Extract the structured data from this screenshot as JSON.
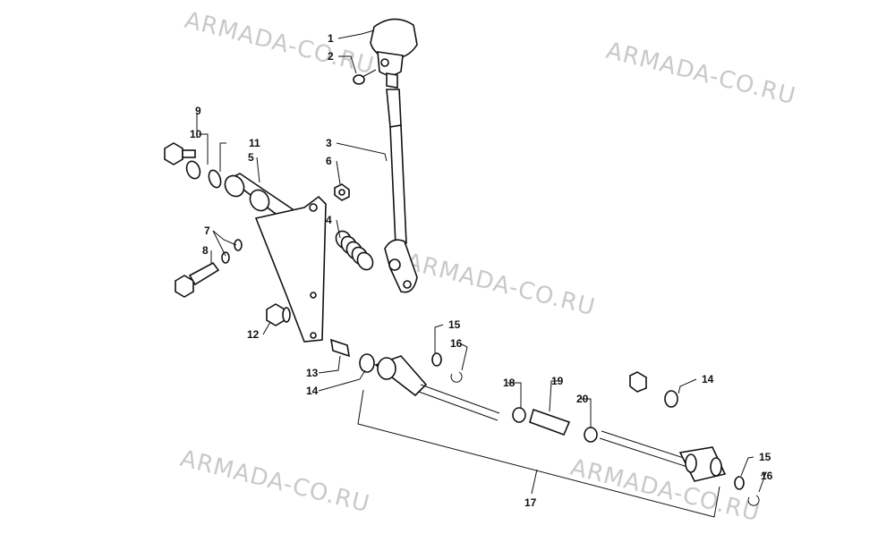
{
  "watermark": "ARMADA-CO.RU",
  "callouts": {
    "c1": "1",
    "c2": "2",
    "c3": "3",
    "c4": "4",
    "c5": "5",
    "c6": "6",
    "c7": "7",
    "c8": "8",
    "c9": "9",
    "c10": "10",
    "c11": "11",
    "c12": "12",
    "c13": "13",
    "c14a": "14",
    "c14b": "14",
    "c15a": "15",
    "c15b": "15",
    "c16a": "16",
    "c16b": "16",
    "c17": "17",
    "c18": "18",
    "c19": "19",
    "c20": "20"
  }
}
